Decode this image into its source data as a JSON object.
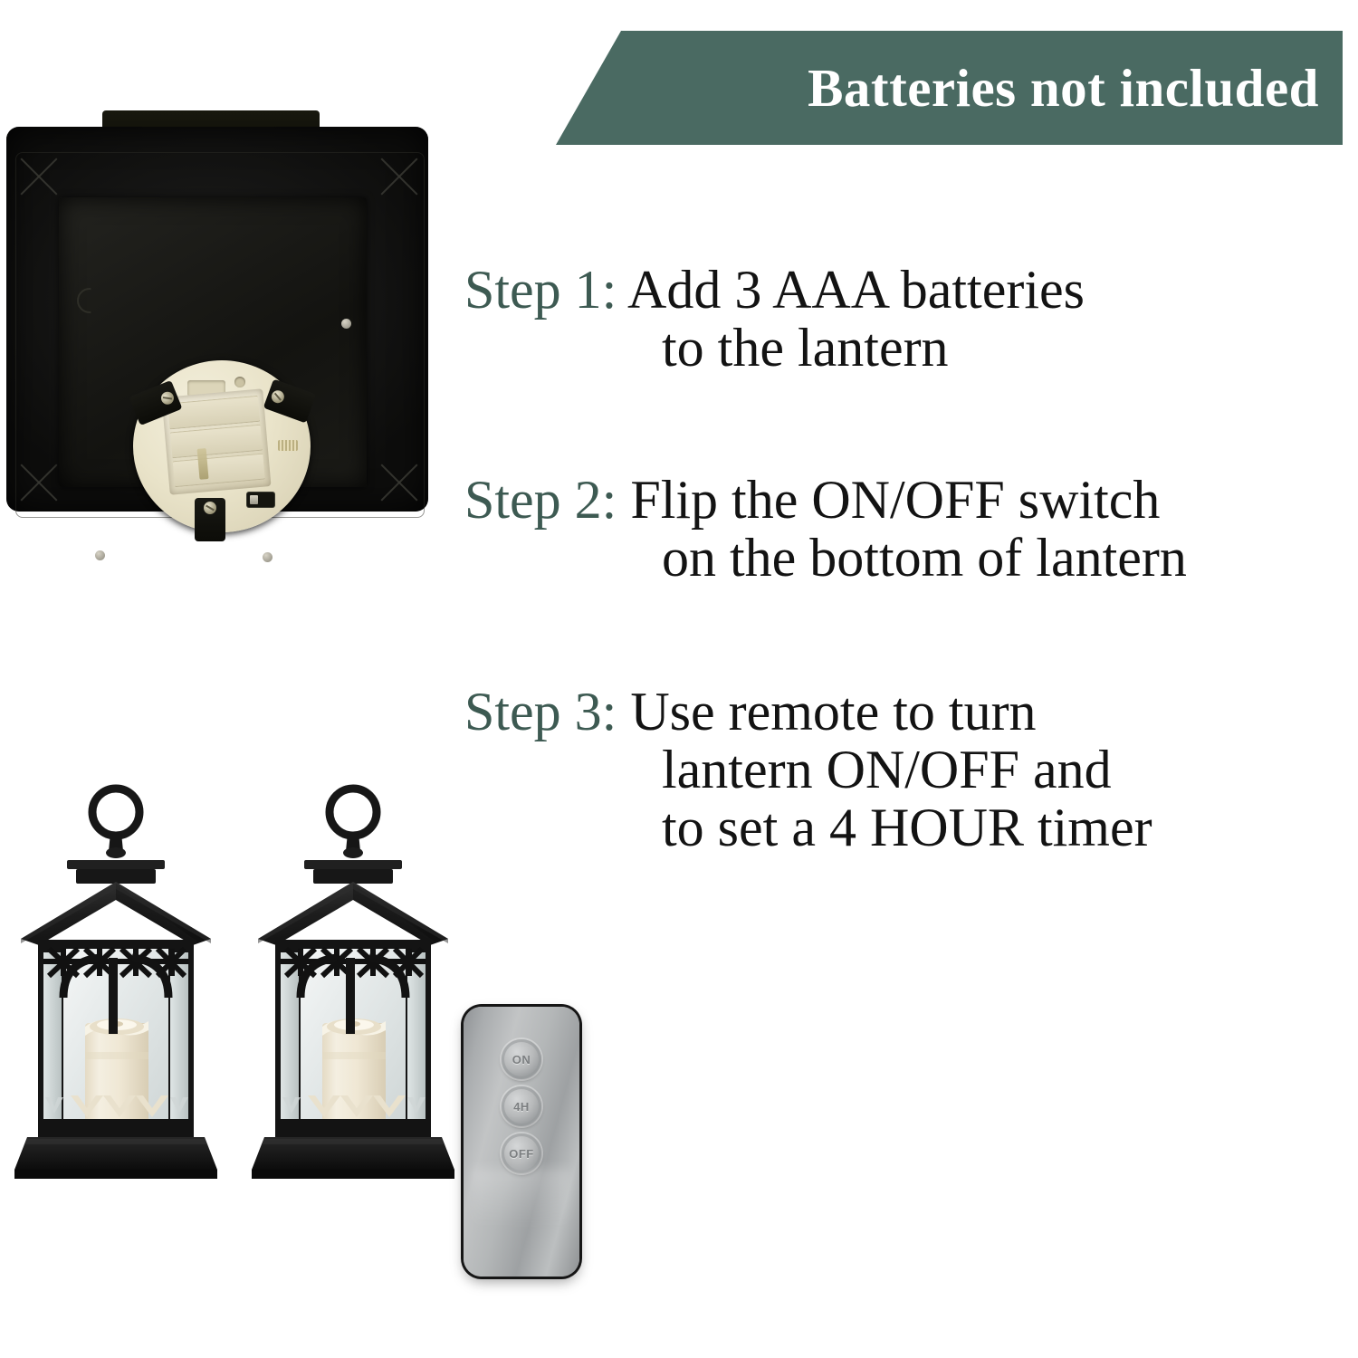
{
  "banner": {
    "text": "Batteries not included",
    "bg_color": "#4a6a62",
    "text_color": "#ffffff"
  },
  "colors": {
    "brand_green": "#4a6a62",
    "step_label_green": "#3d5a52",
    "body_text": "#131313",
    "background": "#ffffff",
    "lantern_black": "#1b1b1b",
    "candle_cream": "#f0e9d8",
    "remote_silver": "#b4b7b8"
  },
  "steps": [
    {
      "label": "Step 1:",
      "lines": [
        "Add 3 AAA batteries",
        "to the lantern"
      ]
    },
    {
      "label": "Step 2:",
      "lines": [
        "Flip the ON/OFF switch",
        "on the bottom of lantern"
      ]
    },
    {
      "label": "Step 3:",
      "lines": [
        "Use remote to turn",
        "lantern ON/OFF and",
        "to set a 4 HOUR timer"
      ]
    }
  ],
  "photo": {
    "name": "lantern-underside-battery-compartment"
  },
  "products": {
    "lantern_count": 2,
    "lantern_name": "black-decorative-lantern-with-led-candle"
  },
  "remote": {
    "name": "three-button-remote-control",
    "buttons": [
      {
        "label": "ON"
      },
      {
        "label": "4H"
      },
      {
        "label": "OFF"
      }
    ]
  }
}
